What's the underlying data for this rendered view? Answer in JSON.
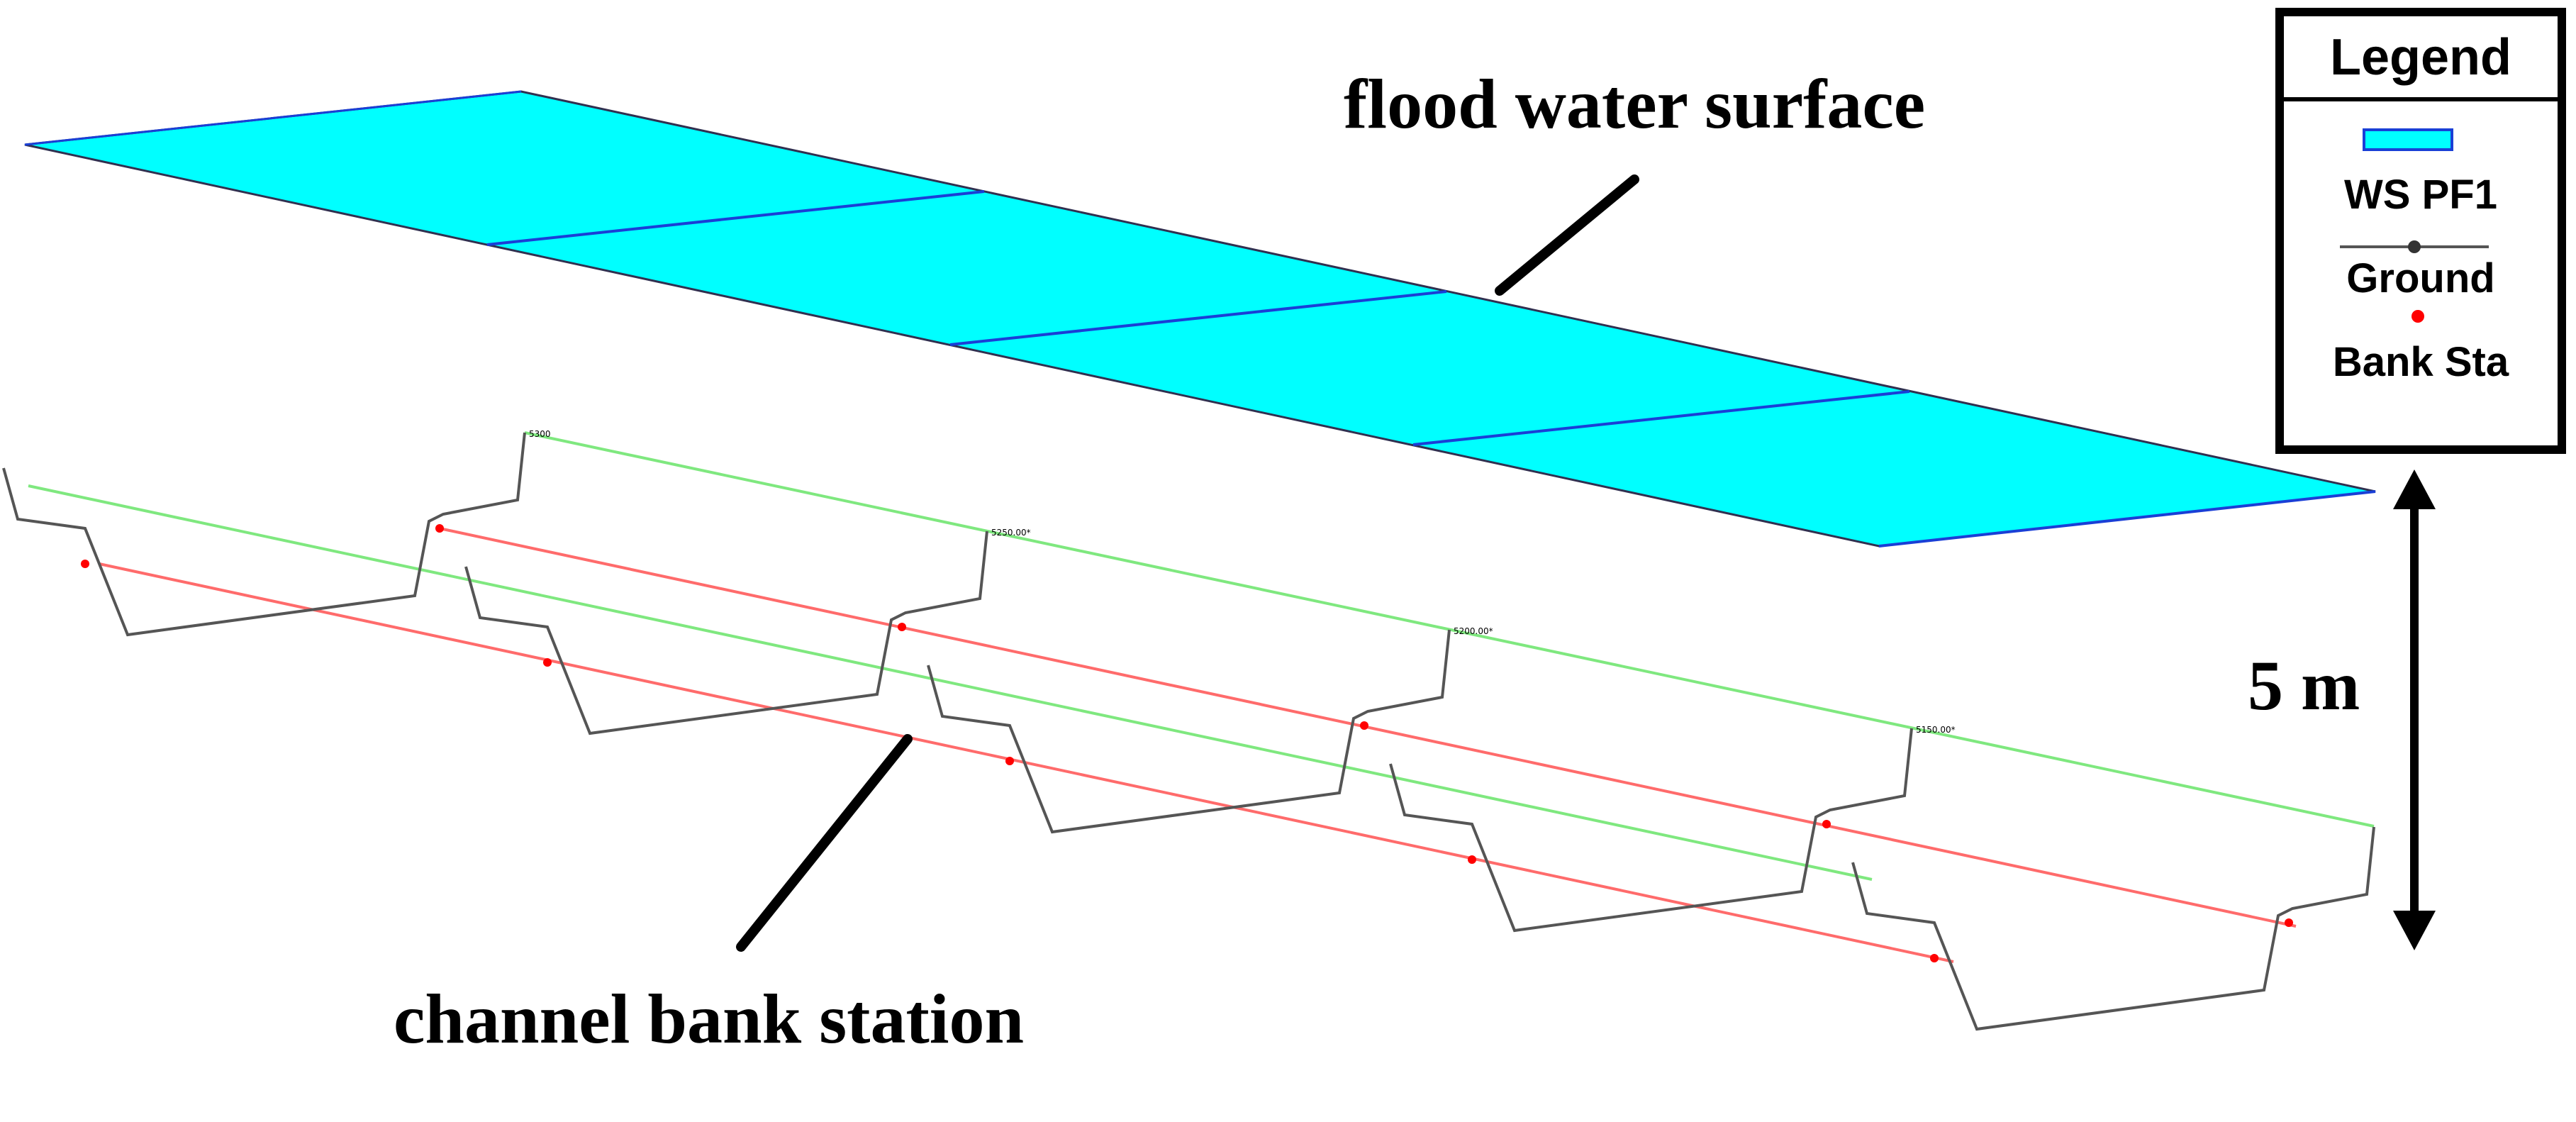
{
  "annotations": {
    "flood_label": "flood water surface",
    "bank_label": "channel bank station",
    "scale_label": "5 m"
  },
  "legend": {
    "title": "Legend",
    "ws_label": "WS PF1",
    "ground_label": "Ground",
    "bank_label": "Bank Sta"
  },
  "cross_sections": [
    {
      "station": "5300"
    },
    {
      "station": "5250.00*"
    },
    {
      "station": "5200.00*"
    },
    {
      "station": "5150.00*"
    },
    {
      "station": ""
    }
  ],
  "colors": {
    "water_fill": "#00FFFF",
    "water_edge": "#1a3fd6",
    "water_outline": "#303050",
    "ground": "#555555",
    "bank_line": "#ff6b6b",
    "bank_point": "#ff0000",
    "overbank_line": "#7fe87f",
    "arrow": "#000000"
  }
}
